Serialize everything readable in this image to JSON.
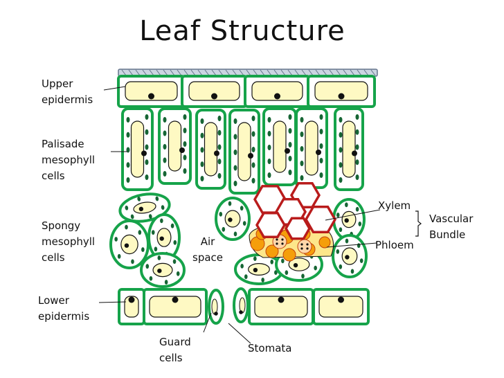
{
  "title": "Leaf Structure",
  "labels": {
    "upper_epidermis": [
      "Upper",
      "epidermis"
    ],
    "palisade": [
      "Palisade",
      "mesophyll",
      "cells"
    ],
    "spongy": [
      "Spongy",
      "mesophyll",
      "cells"
    ],
    "lower_epidermis": [
      "Lower",
      "epidermis"
    ],
    "air_space": [
      "Air",
      "space"
    ],
    "guard_cells": [
      "Guard",
      "cells"
    ],
    "stomata": "Stomata",
    "xylem": "Xylem",
    "phloem": "Phloem",
    "vascular_bundle": [
      "Vascular",
      "Bundle"
    ]
  },
  "colors": {
    "cell_wall": "#16a34a",
    "cell_fill": "#ffffff",
    "vacuole": "#fef9c3",
    "chloroplast": "#166534",
    "nucleus": "#111111",
    "xylem": "#b91c1c",
    "phloem": "#f59e0b",
    "cuticle": "#cbd5e1"
  }
}
